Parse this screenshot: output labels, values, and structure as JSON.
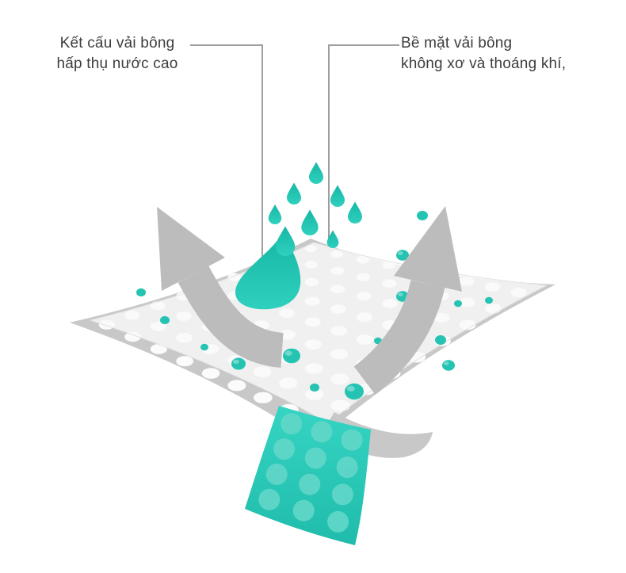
{
  "labels": {
    "left": {
      "line1": "Kết cấu vải bông",
      "line2": "hấp thụ nước cao"
    },
    "right": {
      "line1": "Bề mặt vải bông",
      "line2": "không xơ và thoáng khí,"
    }
  },
  "colors": {
    "teal": "#24c3b2",
    "teal_light": "#5fd6c7",
    "arrow_gray": "#bcbcbc",
    "sheet_gray": "#c8c8c8",
    "line_gray": "#9e9e9e",
    "text": "#3d3d3d",
    "background": "#ffffff"
  }
}
